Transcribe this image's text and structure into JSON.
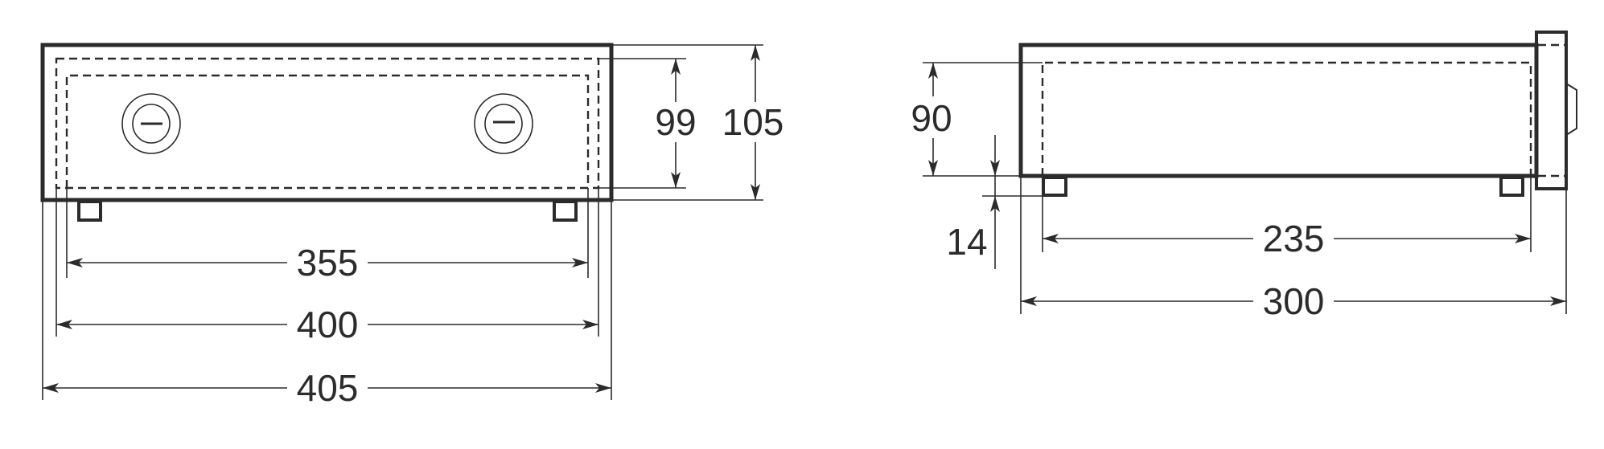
{
  "front_view": {
    "dimensions": {
      "inner_width": "355",
      "mid_width": "400",
      "outer_width": "405",
      "inner_height": "99",
      "outer_height": "105"
    }
  },
  "side_view": {
    "dimensions": {
      "inner_height": "90",
      "foot_height": "14",
      "feet_span": "235",
      "depth": "300"
    }
  },
  "colors": {
    "line": "#2b2b2b",
    "background": "#ffffff"
  }
}
